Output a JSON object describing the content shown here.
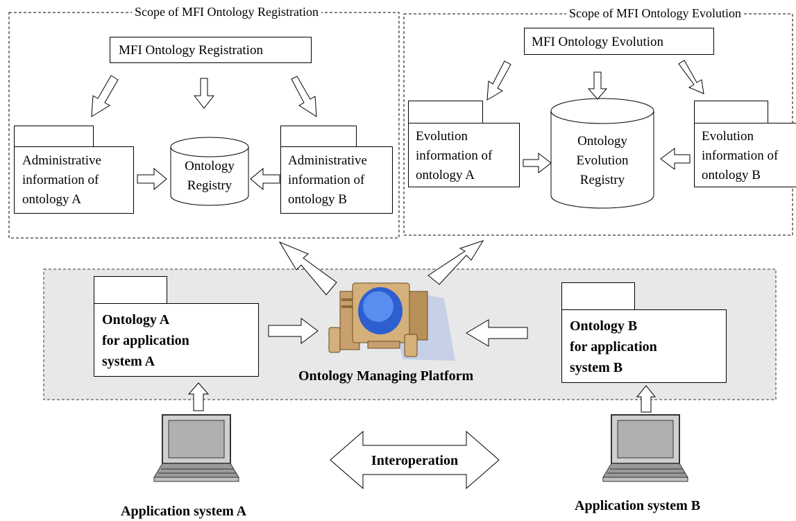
{
  "scope_registration": {
    "label": "Scope of MFI Ontology Registration"
  },
  "scope_evolution": {
    "label": "Scope of MFI Ontology Evolution"
  },
  "registration": {
    "title": "MFI Ontology Registration",
    "registry": [
      "Ontology",
      "Registry"
    ],
    "admin_a": [
      "Administrative",
      "information of",
      "ontology A"
    ],
    "admin_b": [
      "Administrative",
      "information of",
      "ontology B"
    ]
  },
  "evolution": {
    "title": "MFI Ontology Evolution",
    "registry": [
      "Ontology",
      "Evolution",
      "Registry"
    ],
    "evo_a": [
      "Evolution",
      "information of",
      "ontology A"
    ],
    "evo_b": [
      "Evolution",
      "information of",
      "ontology B"
    ]
  },
  "platform": {
    "label": "Ontology Managing Platform",
    "ontology_a": [
      "Ontology A",
      "for application",
      "system A"
    ],
    "ontology_b": [
      "Ontology B",
      "for application",
      "system B"
    ]
  },
  "interoperation": "Interoperation",
  "app_a": "Application system A",
  "app_b": "Application system B",
  "colors": {
    "platform_bg": "#e8e8e8",
    "monitor_screen": "#4a7fe0",
    "laptop_screen": "#b0b0b0"
  }
}
